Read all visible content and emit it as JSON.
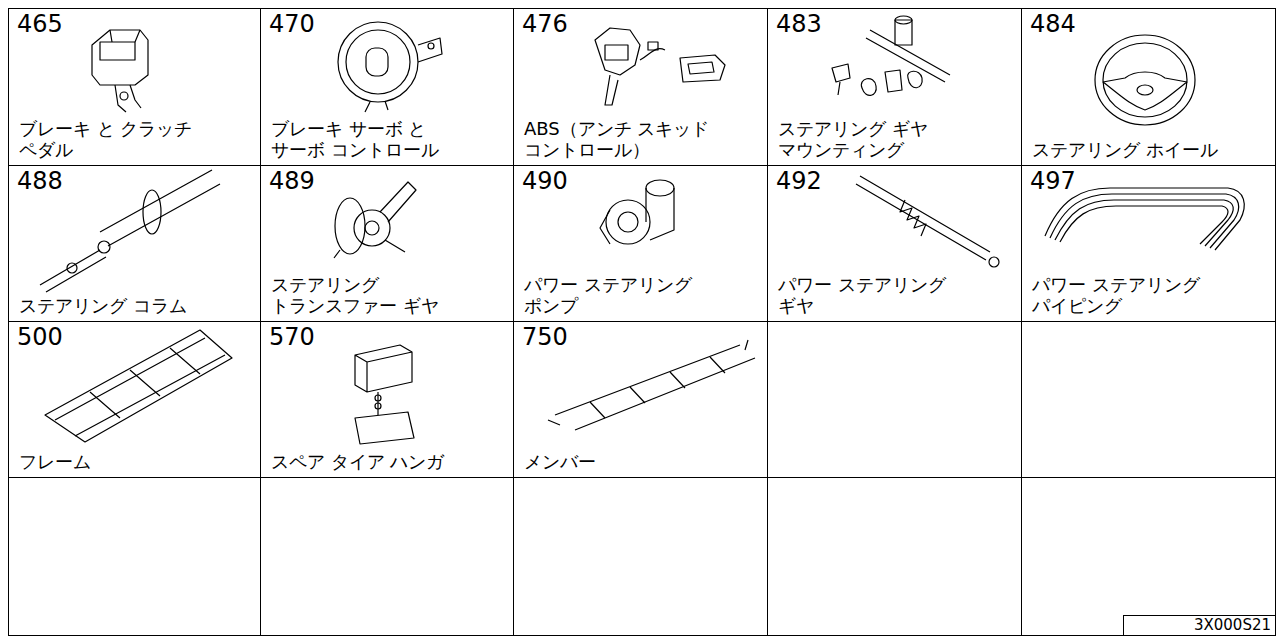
{
  "diagram": {
    "nodes": [
      {
        "text": [
          "465",
          "ブレーキ と クラッチ ペダル"
        ]
      },
      {
        "text": [
          "470",
          "ブレーキ サーボ と サーボ コントロール"
        ]
      },
      {
        "text": [
          "476",
          "ABS（アンチ スキッド コントロール）"
        ]
      },
      {
        "text": [
          "483",
          "ステアリング ギヤ マウンティング"
        ]
      },
      {
        "text": [
          "484",
          "ステアリング ホイール"
        ]
      },
      {
        "text": [
          "488",
          "ステアリング コラム"
        ]
      },
      {
        "text": [
          "489",
          "ステアリング トランスファー ギヤ"
        ]
      },
      {
        "text": [
          "490",
          "パワー ステアリング ポンプ"
        ]
      },
      {
        "text": [
          "492",
          "パワー ステアリング ギヤ"
        ]
      },
      {
        "text": [
          "497",
          "パワー ステアリング パイピング"
        ]
      },
      {
        "text": [
          "500",
          "フレーム"
        ]
      },
      {
        "text": [
          "570",
          "スペア タイア ハンガ"
        ]
      },
      {
        "text": [
          "750",
          "メンバー"
        ]
      },
      {
        "text": [
          "3X000S21"
        ]
      }
    ]
  }
}
